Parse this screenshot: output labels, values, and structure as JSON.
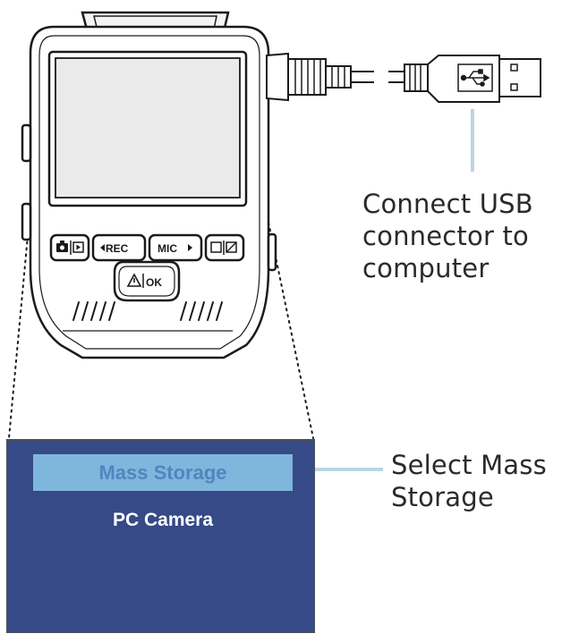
{
  "camera": {
    "buttons": {
      "rec_label": "REC",
      "mic_label": "MIC",
      "ok_label": "OK"
    }
  },
  "callouts": {
    "usb_lines": [
      "Connect USB",
      "connector to",
      "computer"
    ],
    "storage_lines": [
      "Select Mass",
      "Storage"
    ]
  },
  "menu": {
    "items": [
      {
        "label": "Mass Storage",
        "selected": true
      },
      {
        "label": "PC Camera",
        "selected": false
      }
    ],
    "colors": {
      "background": "#354a86",
      "highlight": "#7fb6dc",
      "highlight_text": "#4f86c0",
      "text": "#ffffff"
    }
  },
  "colors": {
    "leader_line": "#b9d5e4",
    "line_art": "#1a1a1a"
  }
}
